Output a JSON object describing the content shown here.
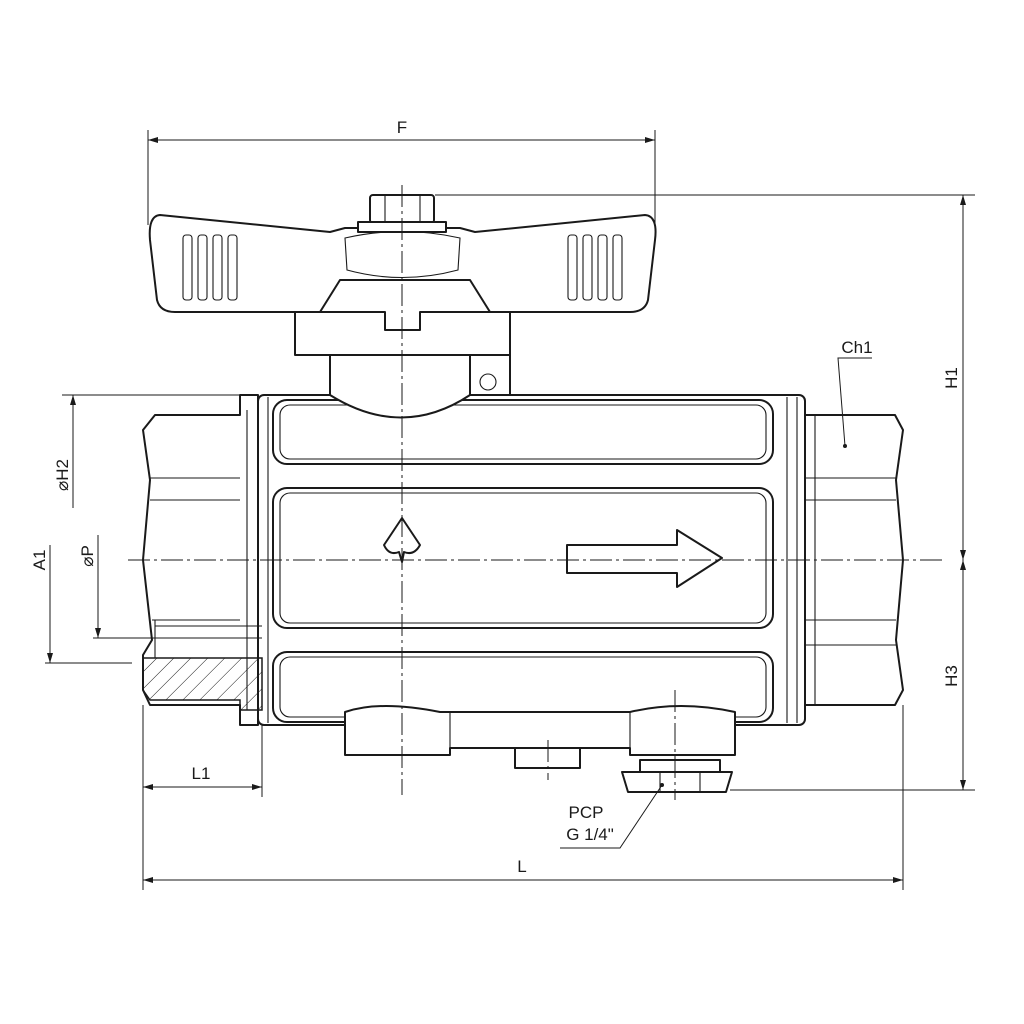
{
  "drawing": {
    "dimensions": {
      "F": "F",
      "H1": "H1",
      "H3": "H3",
      "Ch1": "Ch1",
      "H2": "⌀H2",
      "P": "⌀P",
      "A1": "A1",
      "L1": "L1",
      "L": "L"
    },
    "port": {
      "name": "PCP",
      "thread": "G 1/4\""
    },
    "colors": {
      "line": "#1a1a1a",
      "background": "#ffffff"
    }
  }
}
